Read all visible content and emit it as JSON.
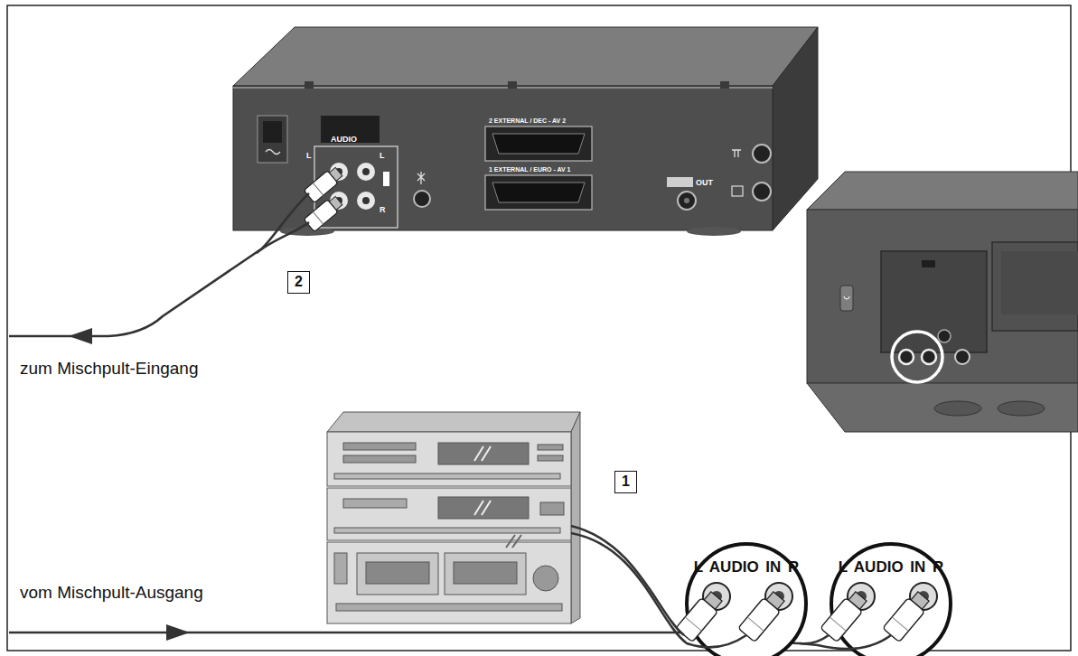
{
  "diagram": {
    "nodes": [
      {
        "text": [
          "2"
        ]
      },
      {
        "text": [
          "1"
        ]
      },
      {
        "text": [
          "L AUDIO IN R"
        ]
      },
      {
        "text": [
          "L AUDIO IN R"
        ]
      }
    ],
    "labels": [
      "zum Mischpult-Eingang",
      "vom Mischpult-Ausgang",
      "AUDIO",
      "L",
      "L",
      "R",
      "2 EXTERNAL / DEC - AV 2",
      "1 EXTERNAL / EURO - AV 1",
      "OUT"
    ]
  }
}
